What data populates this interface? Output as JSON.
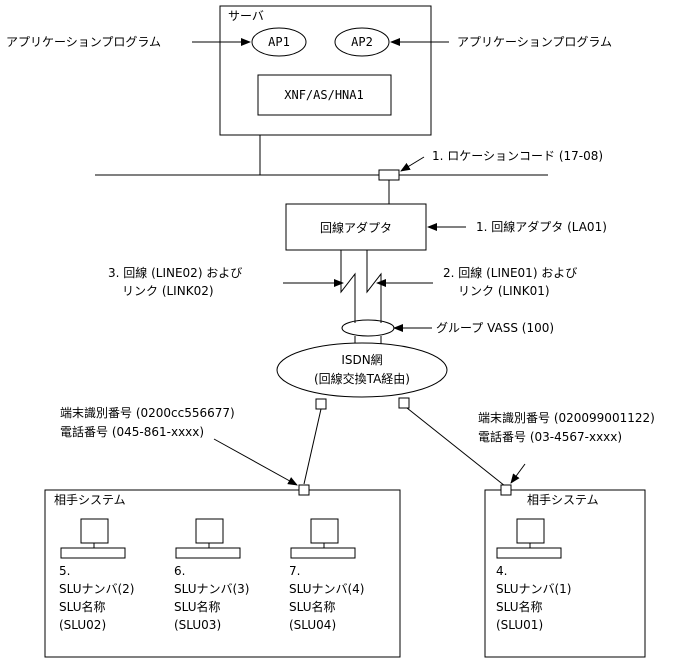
{
  "server": {
    "title": "サーバ",
    "ap1": "AP1",
    "ap2": "AP2",
    "xnf": "XNF/AS/HNA1"
  },
  "app_program_left": "アプリケーションプログラム",
  "app_program_right": "アプリケーションプログラム",
  "location_code": "1. ロケーションコード (17-08)",
  "adapter": {
    "box_label": "回線アダプタ",
    "callout": "1. 回線アダプタ (LA01)"
  },
  "line3": {
    "line1": "3. 回線 (LINE02) および",
    "line2": "リンク (LINK02)"
  },
  "line2": {
    "line1": "2. 回線 (LINE01) および",
    "line2": "リンク (LINK01)"
  },
  "group": "グループ VASS (100)",
  "isdn": {
    "line1": "ISDN網",
    "line2": "(回線交換TA経由)"
  },
  "left_terminal": {
    "id": "端末識別番号 (0200cc556677)",
    "phone": "電話番号 (045-861-xxxx)"
  },
  "right_terminal": {
    "id": "端末識別番号 (020099001122)",
    "phone": "電話番号 (03-4567-xxxx)"
  },
  "left_system": {
    "title": "相手システム",
    "pcs": [
      {
        "num": "5.",
        "slu": "SLUナンバ(2)",
        "name_label": "SLU名称",
        "name": "(SLU02)"
      },
      {
        "num": "6.",
        "slu": "SLUナンバ(3)",
        "name_label": "SLU名称",
        "name": "(SLU03)"
      },
      {
        "num": "7.",
        "slu": "SLUナンバ(4)",
        "name_label": "SLU名称",
        "name": "(SLU04)"
      }
    ]
  },
  "right_system": {
    "title": "相手システム",
    "pc": {
      "num": "4.",
      "slu": "SLUナンバ(1)",
      "name_label": "SLU名称",
      "name": "(SLU01)"
    }
  }
}
